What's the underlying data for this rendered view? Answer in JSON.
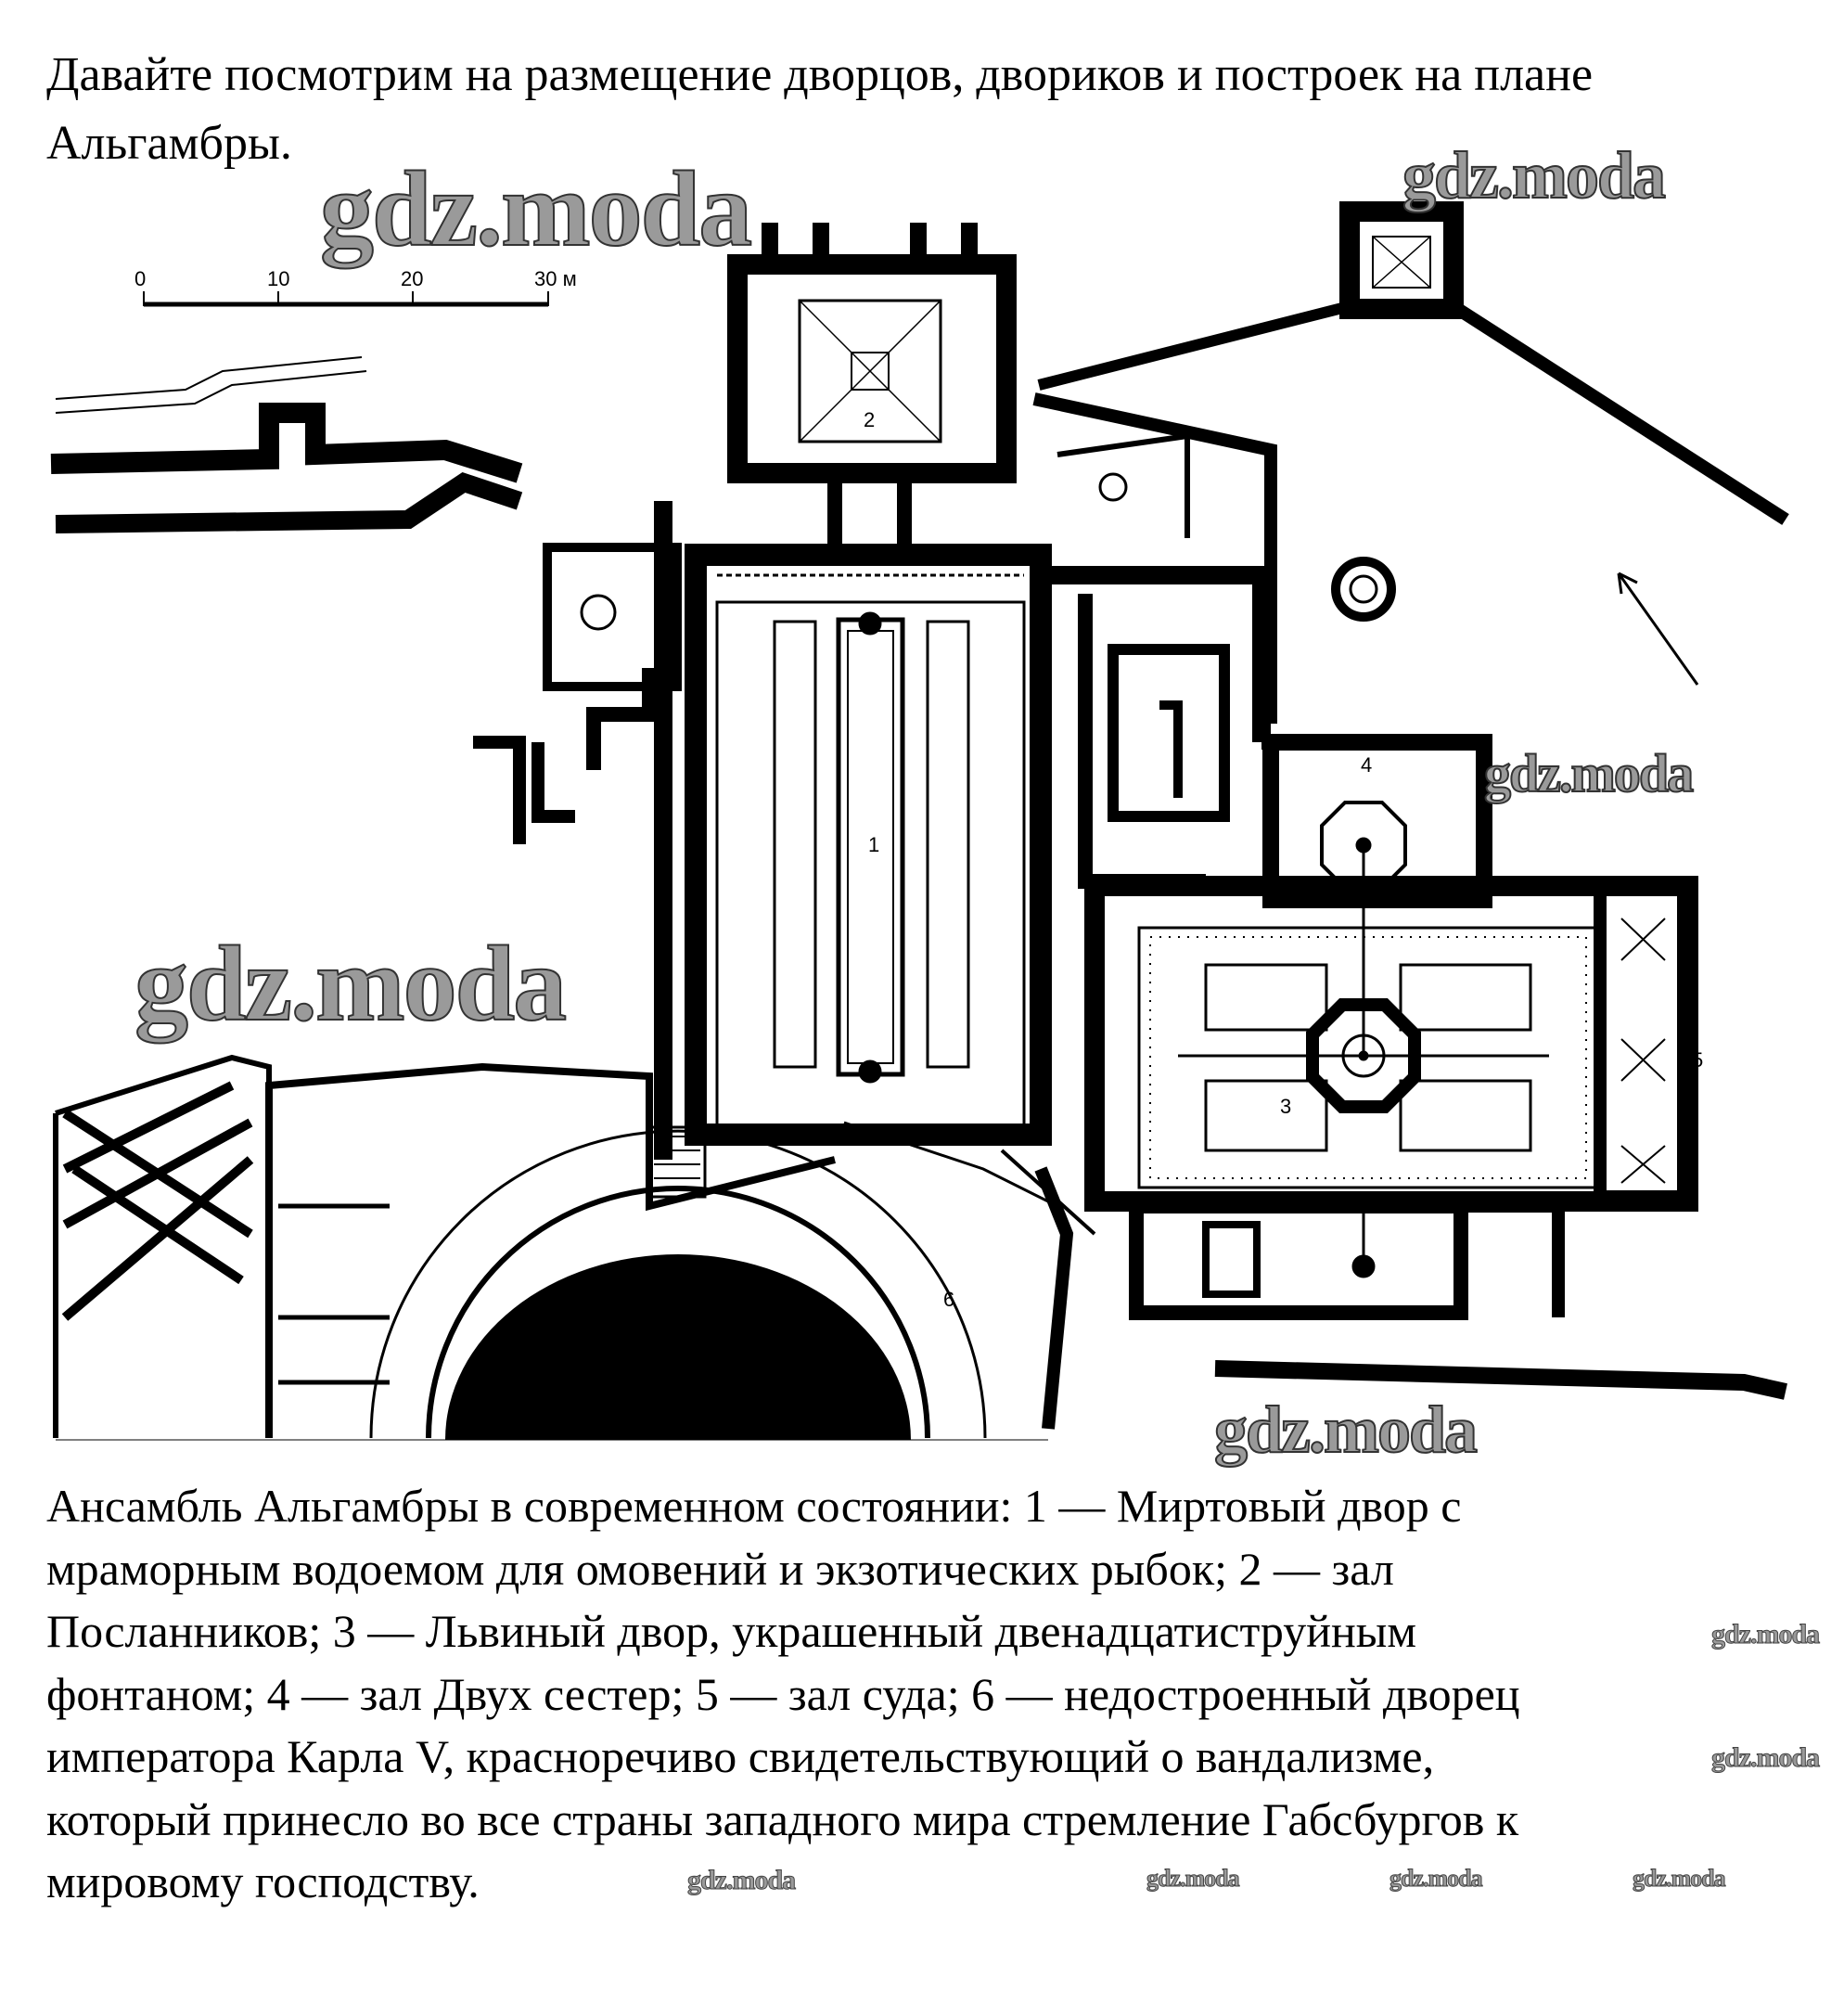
{
  "intro": {
    "line1": "Давайте посмотрим на размещение дворцов, двориков и построек на плане",
    "line2": "Альгамбры."
  },
  "plan": {
    "scale": {
      "ticks": [
        "0",
        "10",
        "20",
        "30 м"
      ]
    },
    "labels": {
      "l1": "1",
      "l2": "2",
      "l3": "3",
      "l4": "4",
      "l5": "5",
      "l6": "6"
    }
  },
  "caption": {
    "lines": [
      "Ансамбль Альгамбры в современном состоянии: 1 — Миртовый двор с",
      "мраморным водоемом для омовений и экзотических рыбок; 2 — зал",
      "Посланников; 3 — Львиный двор, украшенный двенадцатиструйным",
      "фонтаном; 4 — зал Двух сестер; 5 — зал суда; 6 — недостроенный дворец",
      "императора Карла V, красноречиво свидетельствующий о вандализме,",
      "который принесло во все страны западного мира стремление Габсбургов к",
      "мировому господству."
    ]
  },
  "watermark": "gdz.moda"
}
